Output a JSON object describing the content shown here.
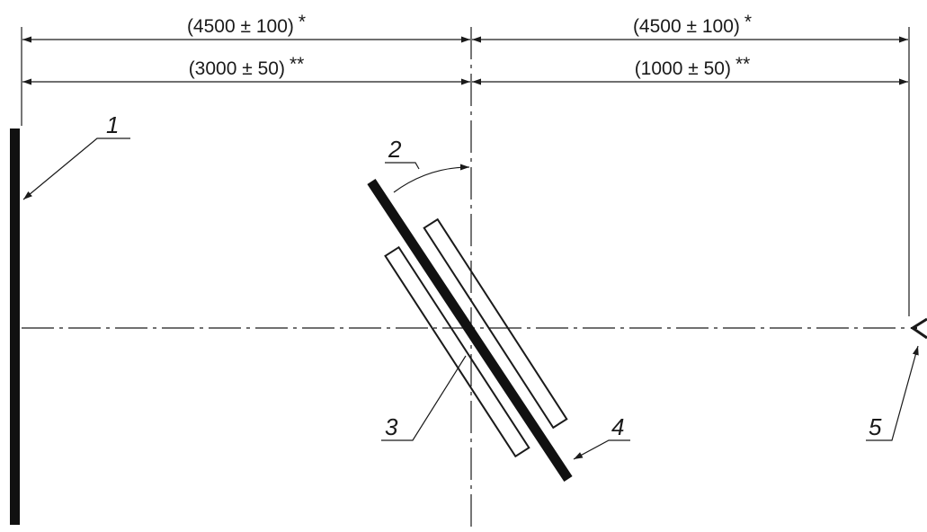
{
  "dimensions": {
    "top_left": "(4500 ± 100)",
    "top_right": "(4500 ± 100)",
    "bottom_left": "(3000 ± 50)",
    "bottom_right": "(1000 ± 50)",
    "mark_single": "*",
    "mark_double": "**"
  },
  "callouts": {
    "c1": "1",
    "c2": "2",
    "c3": "3",
    "c4": "4",
    "c5": "5"
  }
}
